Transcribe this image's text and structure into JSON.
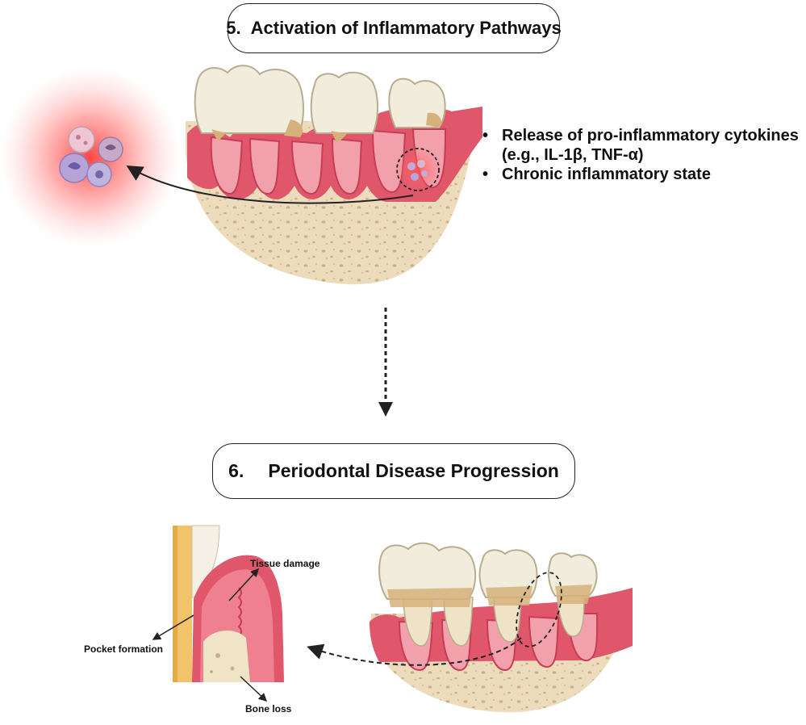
{
  "top_section": {
    "step_number": "5.",
    "title": "Activation of Inflammatory Pathways",
    "bullets": [
      {
        "line1": "Release of pro-inflammatory cytokines",
        "line2": "(e.g., IL-1β, TNF-α)"
      },
      {
        "line1": "Chronic inflammatory state",
        "line2": ""
      }
    ]
  },
  "bottom_section": {
    "step_number": "6.",
    "title": "Periodontal Disease Progression",
    "labels": {
      "tissue_damage": "Tissue damage",
      "pocket_formation": "Pocket formation",
      "bone_loss": "Bone loss"
    }
  },
  "colors": {
    "gum": "#e0566a",
    "gum_light": "#f3a0ad",
    "tooth": "#f1ecdc",
    "tartar": "#d7b17b",
    "bone": "#eadcc0",
    "inflammation": "#ff4d4d"
  }
}
